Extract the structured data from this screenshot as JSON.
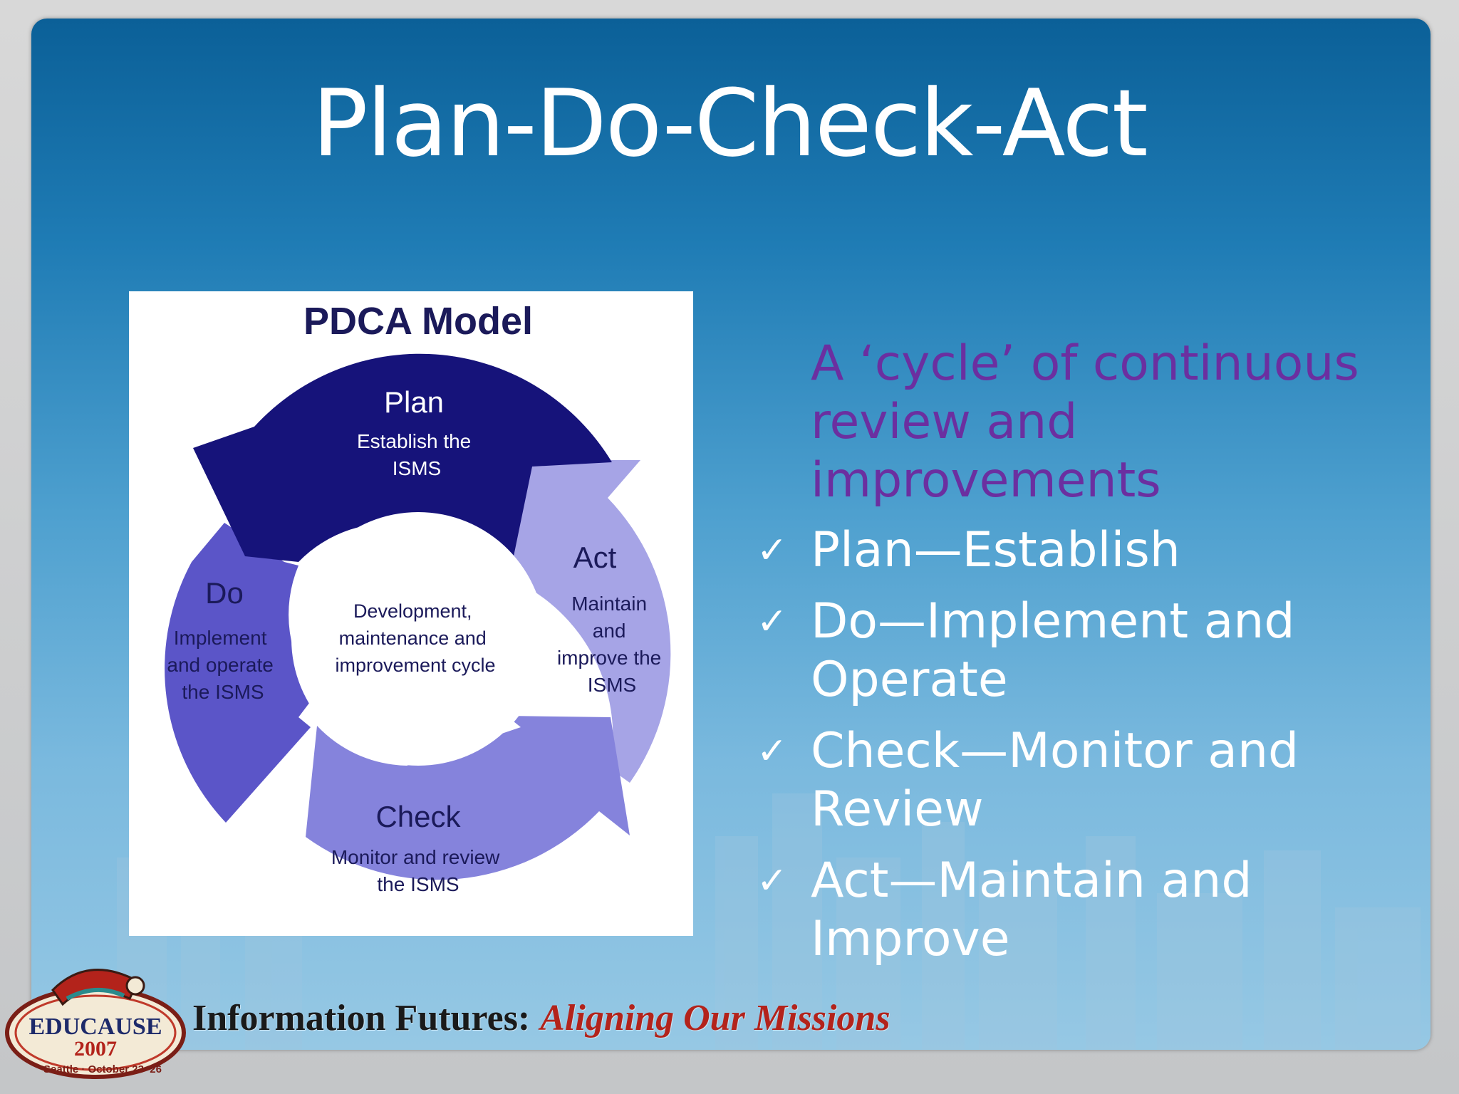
{
  "slide": {
    "title": "Plan-Do-Check-Act"
  },
  "diagram": {
    "title": "PDCA Model",
    "center_lines": [
      "Development,",
      "maintenance and",
      "improvement cycle"
    ],
    "stages": {
      "plan": {
        "name": "Plan",
        "lines": [
          "Establish the",
          "ISMS"
        ]
      },
      "do": {
        "name": "Do",
        "lines": [
          "Implement",
          "and operate",
          "the ISMS"
        ]
      },
      "check": {
        "name": "Check",
        "lines": [
          "Monitor and review",
          "the ISMS"
        ]
      },
      "act": {
        "name": "Act",
        "lines": [
          "Maintain",
          "and",
          "improve the",
          "ISMS"
        ]
      }
    },
    "colors": {
      "plan": "#16137a",
      "do": "#5b55c8",
      "check": "#8583dc",
      "act": "#a6a4e6"
    }
  },
  "bullets": {
    "intro": "A ‘cycle’ of continuous review and improvements",
    "check_glyph": "✓",
    "items": [
      "Plan—Establish",
      "Do—Implement and Operate",
      "Check—Monitor and Review",
      "Act—Maintain and Improve"
    ]
  },
  "footer": {
    "logo_text": "EDUCAUSE",
    "logo_year": "2007",
    "logo_sub": "Seattle · October 23–26",
    "tagline_lead": "Information Futures:",
    "tagline_accent": "Aligning Our Missions"
  }
}
